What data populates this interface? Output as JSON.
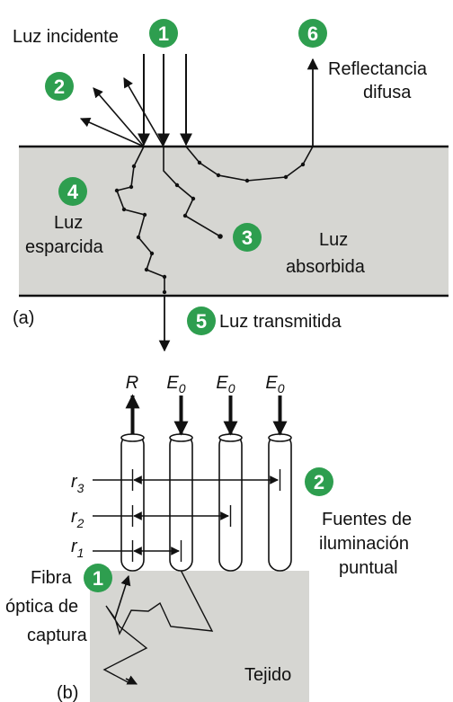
{
  "colors": {
    "badge": "#2e9e4f",
    "tissue": "#d6d6d2",
    "line": "#111111"
  },
  "panel_a": {
    "tag": "(a)",
    "labels": {
      "incident": "Luz incidente",
      "reflect_1": "Reflectancia",
      "reflect_2": "difusa",
      "scattered_1": "Luz",
      "scattered_2": "esparcida",
      "absorbed_1": "Luz",
      "absorbed_2": "absorbida",
      "transmitted": "Luz transmitida"
    },
    "badges": [
      "1",
      "2",
      "3",
      "4",
      "5",
      "6"
    ]
  },
  "panel_b": {
    "tag": "(b)",
    "fiber_top_labels": {
      "r": "R",
      "e": "E",
      "e_sub": "0"
    },
    "distances": [
      {
        "base": "r",
        "sub": "3"
      },
      {
        "base": "r",
        "sub": "2"
      },
      {
        "base": "r",
        "sub": "1"
      }
    ],
    "labels": {
      "sources_1": "Fuentes de",
      "sources_2": "iluminación",
      "sources_3": "puntual",
      "capture_1": "Fibra",
      "capture_2": "óptica de",
      "capture_3": "captura",
      "tissue": "Tejido"
    },
    "badges": [
      "1",
      "2"
    ]
  }
}
